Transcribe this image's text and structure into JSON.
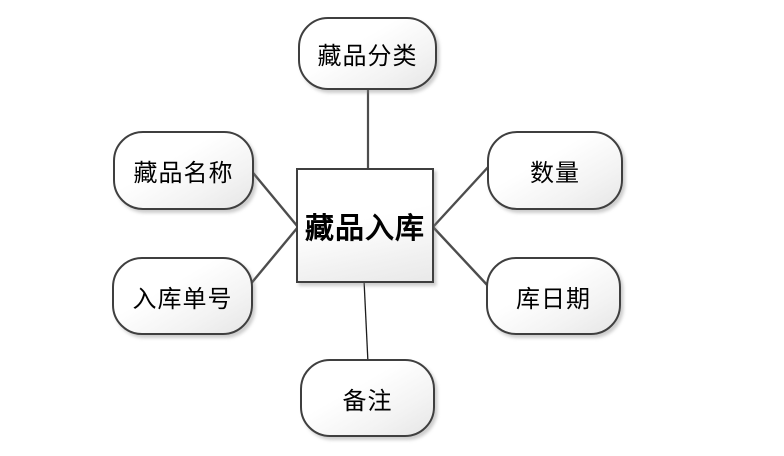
{
  "diagram": {
    "center": {
      "label": "藏品入库"
    },
    "attributes": [
      {
        "id": "category",
        "label": "藏品分类",
        "position": "top"
      },
      {
        "id": "name",
        "label": "藏品名称",
        "position": "left-upper"
      },
      {
        "id": "orderno",
        "label": "入库单号",
        "position": "left-lower"
      },
      {
        "id": "quantity",
        "label": "数量",
        "position": "right-upper"
      },
      {
        "id": "date",
        "label": "库日期",
        "position": "right-lower"
      },
      {
        "id": "remark",
        "label": "备注",
        "position": "bottom"
      }
    ],
    "colors": {
      "background": "#ffffff",
      "node_border": "#3f3f3f",
      "node_fill_top": "#ffffff",
      "node_fill_bottom": "#e6e6e6",
      "connector": "#4d4d4d",
      "connector_thin": "#1c1c1c",
      "text": "#000000"
    }
  }
}
